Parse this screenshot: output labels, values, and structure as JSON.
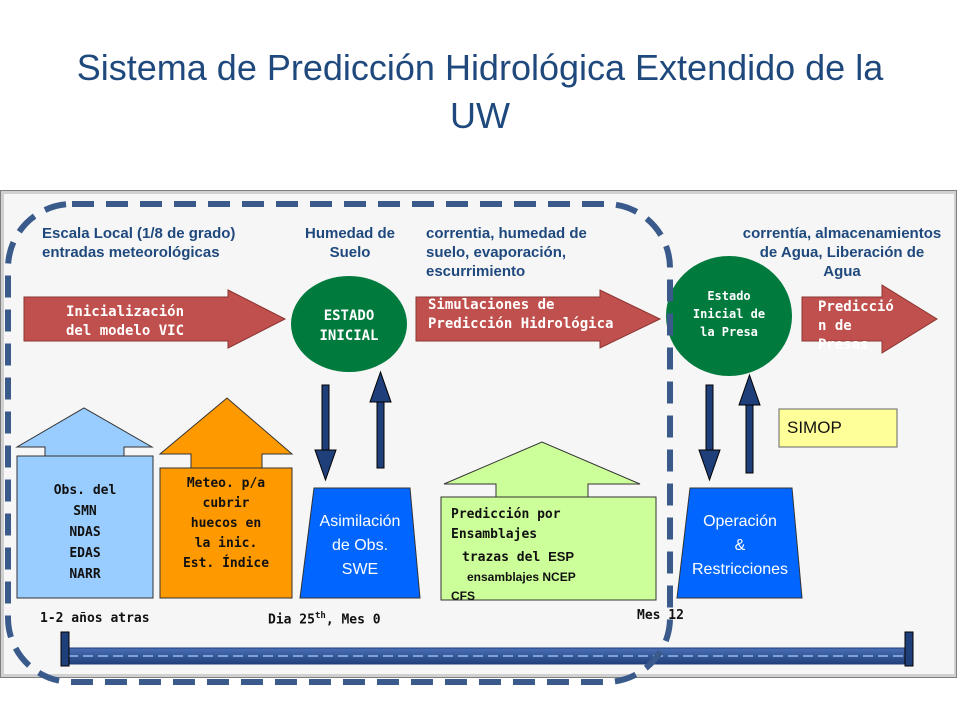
{
  "title": "Sistema de Predicción Hidrológica Extendido de la\nUW",
  "headers": {
    "escala": "Escala Local (1/8 de grado)\nentradas meteorológicas",
    "humedad": "Humedad de\nSuelo",
    "correntia": "correntia, humedad de\nsuelo, evaporación,\nescurrimiento",
    "almacenamientos": "correntía, almacenamientos\nde Agua, Liberación de\nAgua"
  },
  "arrows": {
    "vic": "Inicialización\ndel modelo VIC",
    "simulaciones": "Simulaciones de\nPredicción Hidrológica",
    "presas": "Predicció\nn de\nPresas"
  },
  "nodes": {
    "estado_inicial": "ESTADO\nINICIAL",
    "estado_presa": "Estado\nInicial de\nla Presa"
  },
  "simop": "SIMOP",
  "inputs": {
    "obs": "Obs. del\nSMN\nNDAS\nEDAS\nNARR",
    "meteo": "Meteo. p/a\ncubrir\nhuecos en\nla inic.\nEst. Índice",
    "asimilacion": "Asimilación\nde Obs.\nSWE",
    "ensamblajes_title": "Predicción por\nEnsamblajes",
    "ensamblajes_esp_a": "trazas del ",
    "ensamblajes_esp_b": "ESP",
    "ensamblajes_ncep": "ensamblajes NCEP",
    "ensamblajes_cfs": "CFS",
    "operacion": "Operación\n&\nRestricciones"
  },
  "timeline": {
    "start": "1-2 años atras",
    "mid_a": "Dia 25",
    "mid_sup": "th",
    "mid_b": ", Mes 0",
    "end": "Mes 12"
  },
  "colors": {
    "title": "#1f497d",
    "red_arrow": "#c0504d",
    "green_node": "#007a3d",
    "blue": "#0066ff",
    "light_blue": "#99ccff",
    "orange": "#ff9900",
    "light_green": "#ccff99",
    "simop": "#ffff99",
    "dashed": "#3a5a8c"
  }
}
